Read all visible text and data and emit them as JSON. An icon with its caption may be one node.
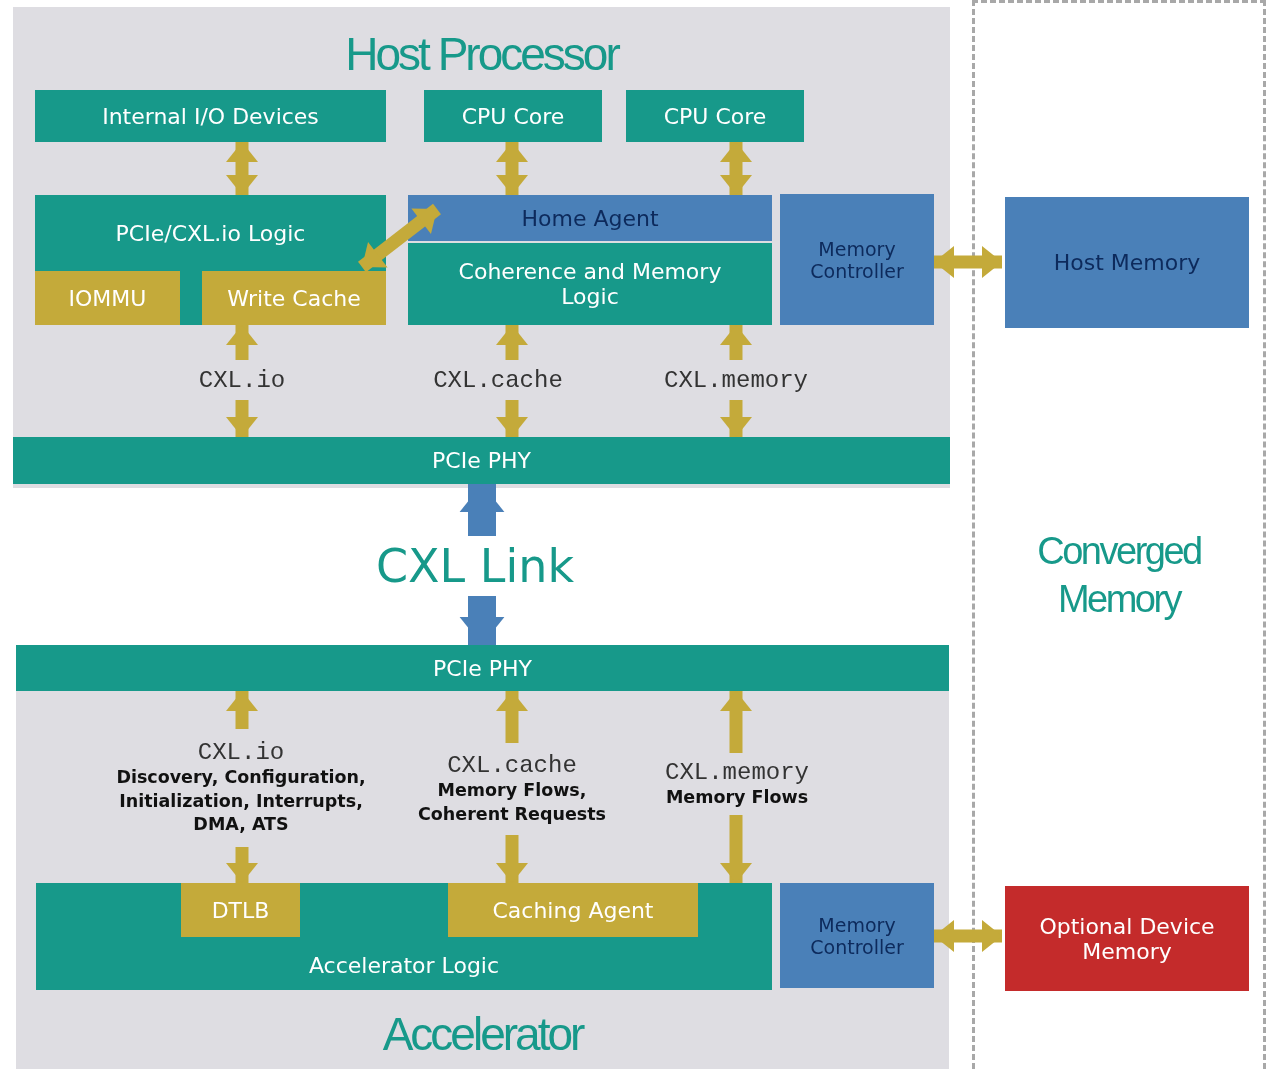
{
  "diagram": {
    "nodes": [
      {
        "text": [
          "Host Processor"
        ]
      },
      {
        "text": [
          "Internal I/O Devices"
        ],
        "in": 0
      },
      {
        "text": [
          "CPU Core"
        ],
        "in": 0
      },
      {
        "text": [
          "CPU Core"
        ],
        "in": 0
      },
      {
        "text": [
          "PCIe/CXL.io Logic"
        ],
        "in": 0
      },
      {
        "text": [
          "IOMMU"
        ],
        "in": 4
      },
      {
        "text": [
          "Write Cache"
        ],
        "in": 4
      },
      {
        "text": [
          "Home Agent"
        ],
        "in": 0
      },
      {
        "text": [
          "Coherence and Memory Logic"
        ],
        "in": 0
      },
      {
        "text": [
          "Memory Controller"
        ],
        "in": 0
      },
      {
        "text": [
          "PCIe PHY"
        ],
        "in": 0
      },
      {
        "text": [
          "Converged Memory"
        ]
      },
      {
        "text": [
          "Host Memory"
        ],
        "in": 11
      },
      {
        "text": [
          "Accelerator"
        ]
      },
      {
        "text": [
          "PCIe PHY"
        ],
        "in": 13
      },
      {
        "text": [
          "Accelerator Logic"
        ],
        "in": 13
      },
      {
        "text": [
          "DTLB"
        ],
        "in": 15
      },
      {
        "text": [
          "Caching Agent"
        ],
        "in": 15
      },
      {
        "text": [
          "Memory Controller"
        ],
        "in": 13
      },
      {
        "text": [
          "Optional Device Memory"
        ],
        "in": 11
      },
      {
        "text": [
          "CXL Link"
        ]
      },
      {
        "text": [
          "CXL.io"
        ],
        "in": 0
      },
      {
        "text": [
          "CXL.cache"
        ],
        "in": 0
      },
      {
        "text": [
          "CXL.memory"
        ],
        "in": 0
      },
      {
        "text": [
          "CXL.io",
          "Discovery, Configuration, Initialization, Interrupts, DMA, ATS"
        ],
        "in": 13
      },
      {
        "text": [
          "CXL.cache",
          "Memory Flows, Coherent Requests"
        ],
        "in": 13
      },
      {
        "text": [
          "CXL.memory",
          "Memory Flows"
        ],
        "in": 13
      }
    ],
    "edges": [
      {
        "from": 1,
        "to": 4,
        "arrow": "both"
      },
      {
        "from": 2,
        "to": 7,
        "arrow": "both"
      },
      {
        "from": 3,
        "to": 7,
        "arrow": "both"
      },
      {
        "from": 6,
        "to": 7,
        "arrow": "both"
      },
      {
        "from": 9,
        "to": 12,
        "arrow": "both"
      },
      {
        "from": 21,
        "to": 6,
        "arrow": "to"
      },
      {
        "from": 21,
        "to": 10,
        "arrow": "to"
      },
      {
        "from": 22,
        "to": 8,
        "arrow": "to"
      },
      {
        "from": 22,
        "to": 10,
        "arrow": "to"
      },
      {
        "from": 23,
        "to": 8,
        "arrow": "to"
      },
      {
        "from": 23,
        "to": 10,
        "arrow": "to"
      },
      {
        "from": 20,
        "to": 10,
        "arrow": "to",
        "style": "thick",
        "color": "#4a80b8"
      },
      {
        "from": 20,
        "to": 14,
        "arrow": "to",
        "style": "thick",
        "color": "#4a80b8"
      },
      {
        "from": 24,
        "to": 14,
        "arrow": "to"
      },
      {
        "from": 24,
        "to": 16,
        "arrow": "to"
      },
      {
        "from": 25,
        "to": 14,
        "arrow": "to"
      },
      {
        "from": 25,
        "to": 17,
        "arrow": "to"
      },
      {
        "from": 26,
        "to": 14,
        "arrow": "to"
      },
      {
        "from": 26,
        "to": 15,
        "arrow": "to"
      },
      {
        "from": 18,
        "to": 19,
        "arrow": "both"
      }
    ]
  }
}
